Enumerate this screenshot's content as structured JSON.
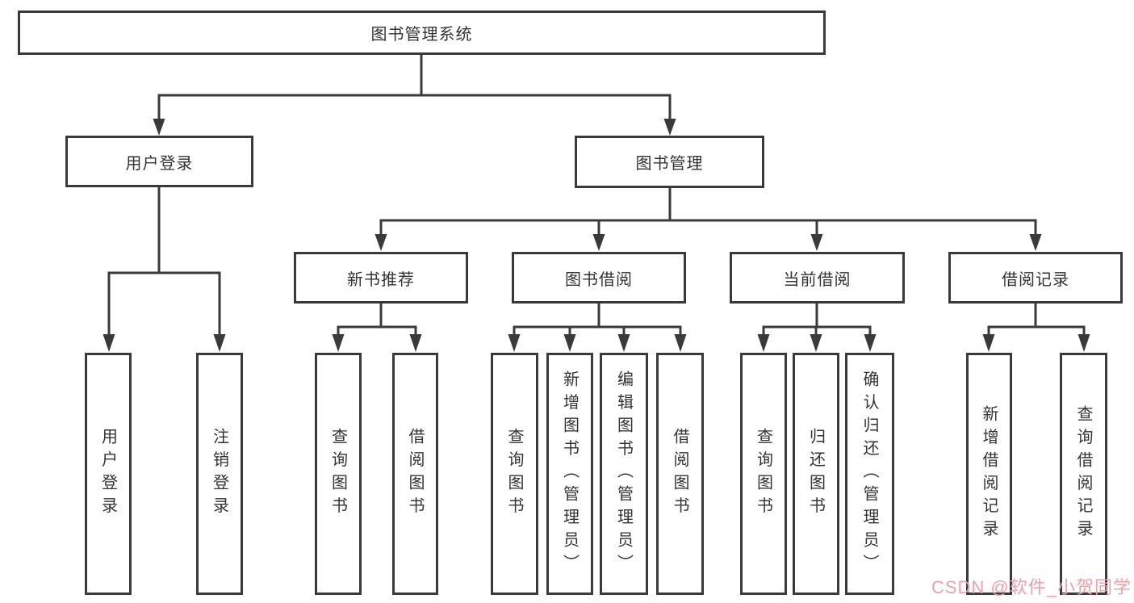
{
  "root": {
    "label": "图书管理系统"
  },
  "branches": [
    {
      "label": "用户登录",
      "children": [
        "用户登录",
        "注销登录"
      ]
    },
    {
      "label": "图书管理",
      "groups": [
        {
          "label": "新书推荐",
          "children": [
            "查询图书",
            "借阅图书"
          ]
        },
        {
          "label": "图书借阅",
          "children": [
            "查询图书",
            "新增图书（管理员）",
            "编辑图书（管理员）",
            "借阅图书"
          ]
        },
        {
          "label": "当前借阅",
          "children": [
            "查询图书",
            "归还图书",
            "确认归还（管理员）"
          ]
        },
        {
          "label": "借阅记录",
          "children": [
            "新增借阅记录",
            "查询借阅记录"
          ]
        }
      ]
    }
  ],
  "watermark": {
    "text": "CSDN @软件_小贺同学",
    "color": "#efa0aa"
  },
  "colors": {
    "line": "#3a3a3a",
    "text": "#333333",
    "background": "#ffffff"
  }
}
